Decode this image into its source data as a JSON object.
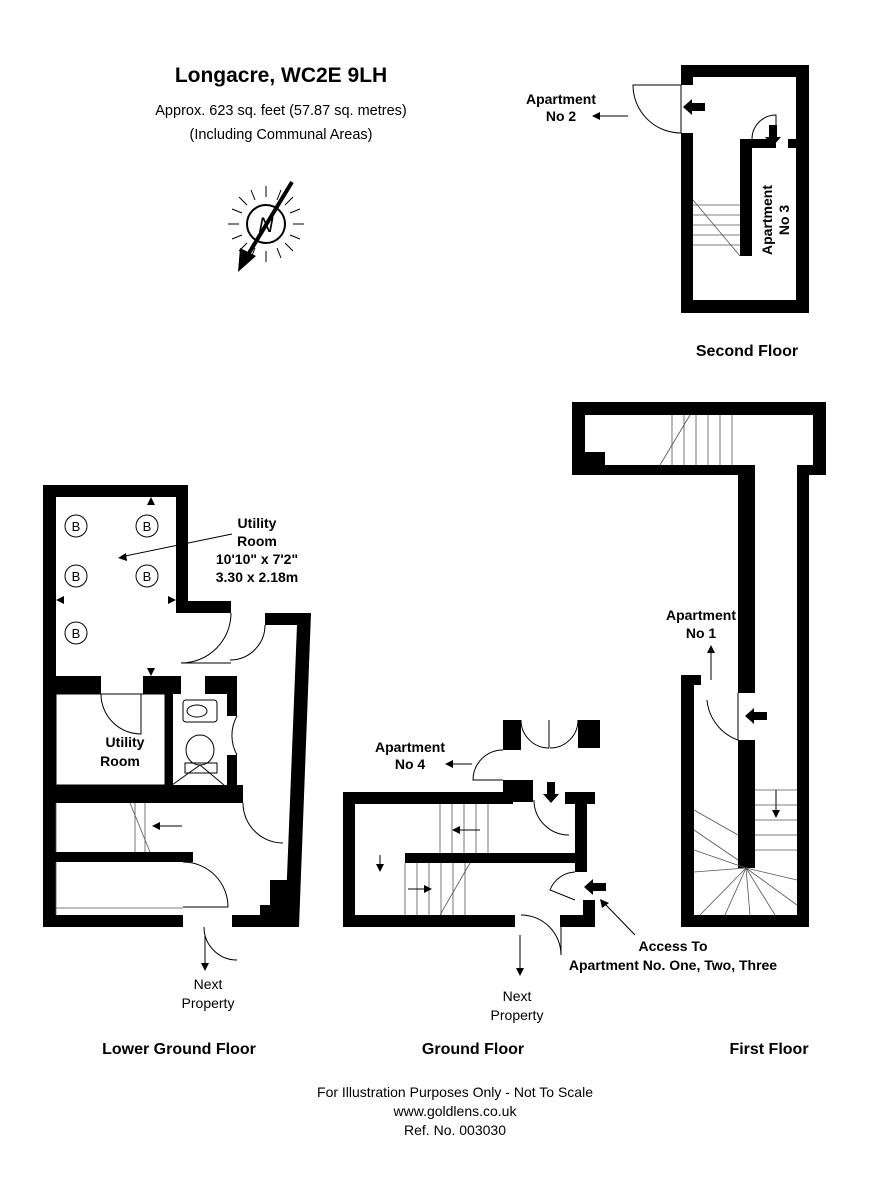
{
  "header": {
    "title": "Longacre, WC2E 9LH",
    "area": "Approx. 623 sq. feet (57.87 sq. metres)",
    "note": "(Including Communal Areas)"
  },
  "compass": {
    "letter": "N"
  },
  "floors": {
    "second": "Second Floor",
    "first": "First Floor",
    "ground": "Ground Floor",
    "lower_ground": "Lower Ground Floor"
  },
  "labels": {
    "apt2_line1": "Apartment",
    "apt2_line2": "No 2",
    "apt3_line1": "Apartment",
    "apt3_line2": "No 3",
    "apt1_line1": "Apartment",
    "apt1_line2": "No 1",
    "apt4_line1": "Apartment",
    "apt4_line2": "No 4",
    "utility_room_line1": "Utility",
    "utility_room_line2": "Room",
    "utility_room_dim_imperial": "10'10\" x 7'2\"",
    "utility_room_dim_metric": "3.30 x 2.18m",
    "utility_small_line1": "Utility",
    "utility_small_line2": "Room",
    "next_property_line1": "Next",
    "next_property_line2": "Property",
    "access_line1": "Access To",
    "access_line2": "Apartment No. One, Two, Three",
    "boiler": "B"
  },
  "footer": {
    "line1": "For Illustration Purposes Only - Not To Scale",
    "line2": "www.goldlens.co.uk",
    "line3": "Ref. No. 003030"
  }
}
